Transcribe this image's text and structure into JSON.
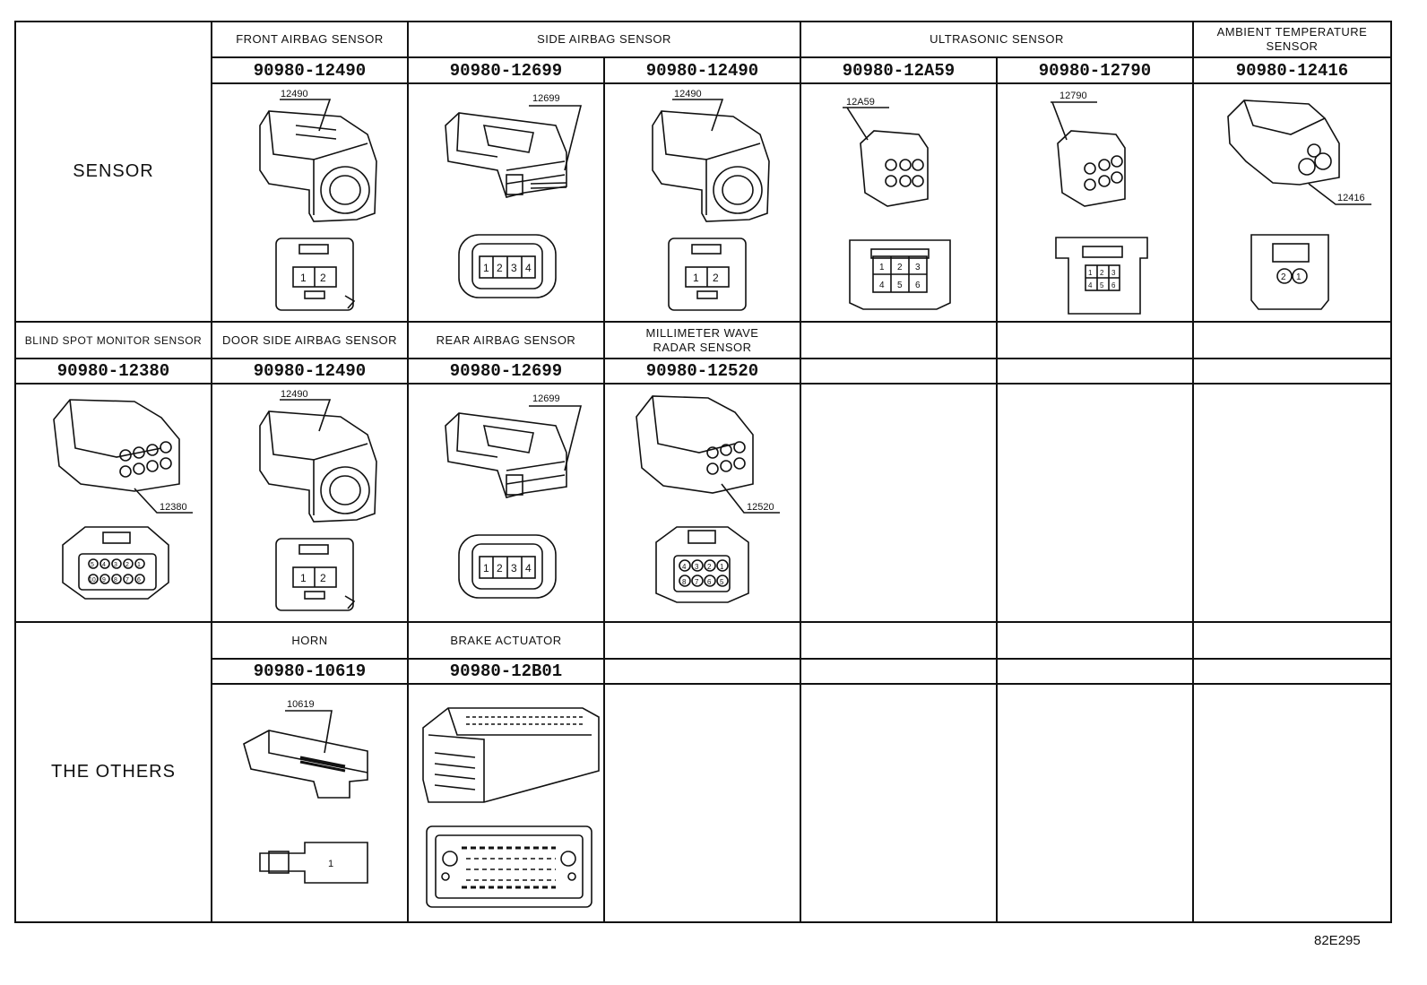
{
  "categories": {
    "sensor": "SENSOR",
    "others": "THE OTHERS"
  },
  "sensor_row1": [
    {
      "name": "FRONT AIRBAG SENSOR",
      "part": "90980-12490",
      "code": "12490",
      "pins": [
        "1",
        "2"
      ]
    },
    {
      "name": "SIDE AIRBAG SENSOR",
      "part": "90980-12699",
      "code": "12699",
      "pins": [
        "1",
        "2",
        "3",
        "4"
      ]
    },
    {
      "name": "",
      "part": "90980-12490",
      "code": "12490",
      "pins": [
        "1",
        "2"
      ]
    },
    {
      "name": "ULTRASONIC SENSOR",
      "part": "90980-12A59",
      "code": "12A59",
      "pins": [
        "1",
        "2",
        "3",
        "4",
        "5",
        "6"
      ]
    },
    {
      "name": "",
      "part": "90980-12790",
      "code": "12790",
      "pins": [
        "1",
        "2",
        "3",
        "4",
        "5",
        "6"
      ]
    },
    {
      "name": "AMBIENT TEMPERATURE SENSOR",
      "part": "90980-12416",
      "code": "12416",
      "pins": [
        "2",
        "1"
      ]
    }
  ],
  "sensor_row2": [
    {
      "name": "BLIND SPOT MONITOR SENSOR",
      "part": "90980-12380",
      "code": "12380",
      "pins": [
        "5",
        "4",
        "3",
        "2",
        "1",
        "10",
        "9",
        "8",
        "7",
        "6"
      ]
    },
    {
      "name": "DOOR SIDE AIRBAG SENSOR",
      "part": "90980-12490",
      "code": "12490",
      "pins": [
        "1",
        "2"
      ]
    },
    {
      "name": "REAR AIRBAG SENSOR",
      "part": "90980-12699",
      "code": "12699",
      "pins": [
        "1",
        "2",
        "3",
        "4"
      ]
    },
    {
      "name": "MILLIMETER WAVE RADAR SENSOR",
      "part": "90980-12520",
      "code": "12520",
      "pins": [
        "4",
        "3",
        "2",
        "1",
        "8",
        "7",
        "6",
        "5"
      ]
    }
  ],
  "others_row": [
    {
      "name": "HORN",
      "part": "90980-10619",
      "code": "10619",
      "pins": [
        "1"
      ]
    },
    {
      "name": "BRAKE ACTUATOR",
      "part": "90980-12B01",
      "code": "",
      "pins": []
    }
  ],
  "figure_ref": "82E295",
  "colors": {
    "line": "#111111",
    "background": "#ffffff"
  }
}
